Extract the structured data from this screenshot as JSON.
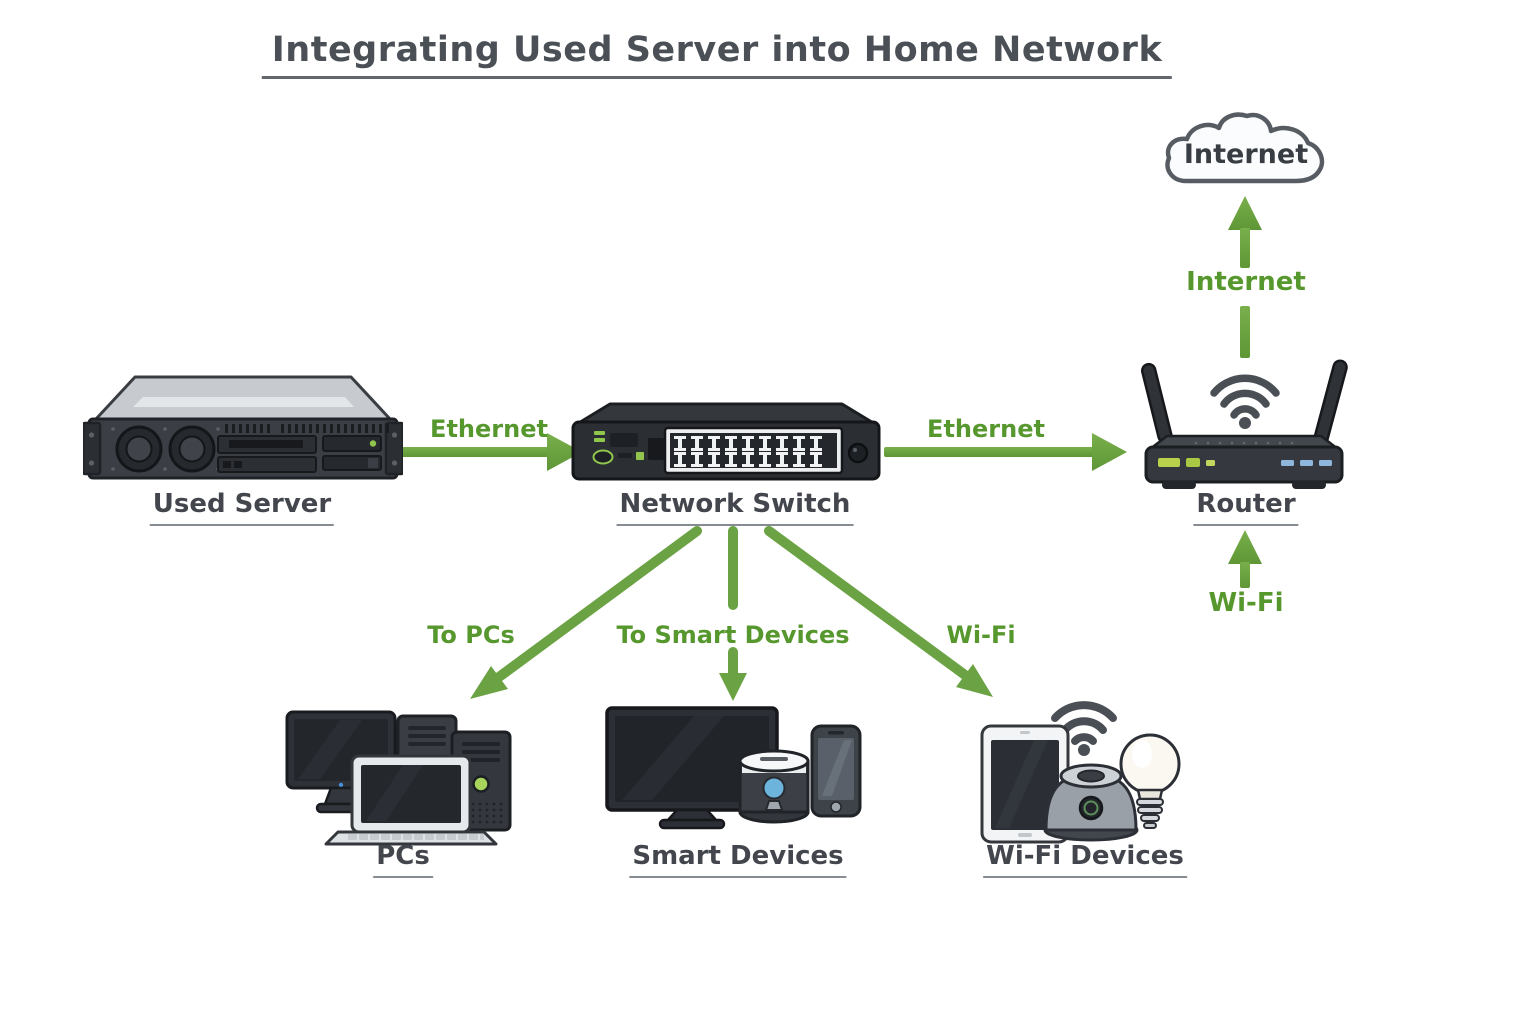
{
  "title": "Integrating Used Server into Home Network",
  "nodes": {
    "internet_cloud": {
      "label": "Internet",
      "icon": "cloud-icon"
    },
    "used_server": {
      "label": "Used Server",
      "icon": "rack-server-icon"
    },
    "network_switch": {
      "label": "Network Switch",
      "icon": "ethernet-switch-icon"
    },
    "router": {
      "label": "Router",
      "icon": "wifi-router-icon"
    },
    "pcs": {
      "label": "PCs",
      "icon": "desktop-towers-laptop-icon"
    },
    "smart_devices": {
      "label": "Smart Devices",
      "icon": "tv-speaker-phone-icon"
    },
    "wifi_devices": {
      "label": "Wi-Fi Devices",
      "icon": "tablet-hub-bulb-icon"
    }
  },
  "edges": {
    "server_to_switch": {
      "label": "Ethernet"
    },
    "switch_to_router": {
      "label": "Ethernet"
    },
    "router_to_internet": {
      "label": "Internet"
    },
    "wifi_to_router": {
      "label": "Wi-Fi"
    },
    "switch_to_pcs": {
      "label": "To PCs"
    },
    "switch_to_smart_devices": {
      "label": "To Smart Devices"
    },
    "switch_to_wifi_devices": {
      "label": "Wi-Fi"
    }
  },
  "colors": {
    "background": "#ffffff",
    "arrow_green": "#6ba344",
    "edge_label_green": "#57982e",
    "node_label_gray": "#43474d",
    "title_gray": "#4b5056",
    "wifi_icon_gray": "#4a4f55",
    "led_green": "#b9d24b",
    "led_blue": "#8fb7dc"
  }
}
